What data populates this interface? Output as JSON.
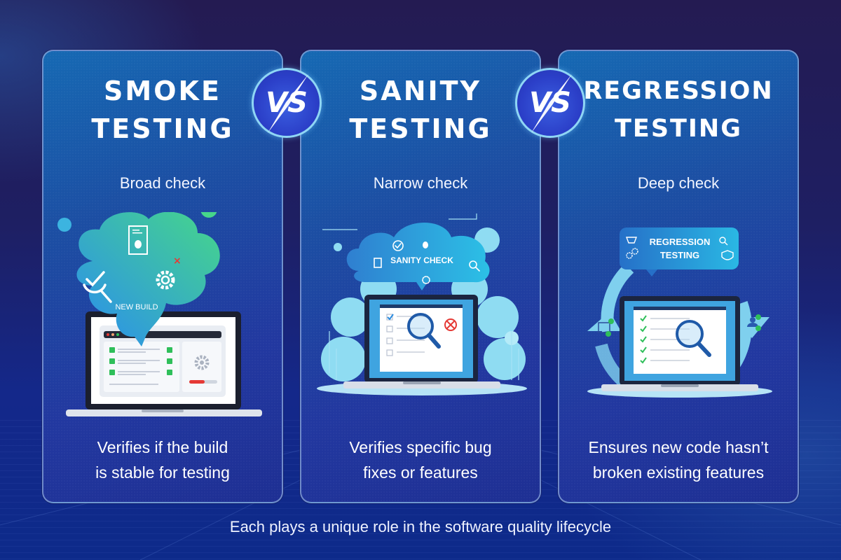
{
  "cards": [
    {
      "title_line1": "SMOKE",
      "title_line2": "TESTING",
      "subtitle": "Broad check",
      "illustration": {
        "label": "NEW BUILD",
        "icons": [
          "check-search-icon",
          "bug-report-document-icon",
          "gear-icon",
          "close-x-icon"
        ]
      },
      "desc_line1": "Verifies if the build",
      "desc_line2": "is stable for testing"
    },
    {
      "title_line1": "SANITY",
      "title_line2": "TESTING",
      "subtitle": "Narrow check",
      "illustration": {
        "label": "SANITY CHECK",
        "icons": [
          "check-circle-icon",
          "bug-icon",
          "document-icon",
          "gear-bug-icon",
          "search-icon",
          "bug-blocked-icon"
        ]
      },
      "desc_line1": "Verifies specific bug",
      "desc_line2": "fixes or features"
    },
    {
      "title_line1": "REGRESSION",
      "title_line2": "TESTING",
      "subtitle": "Deep check",
      "illustration": {
        "label_line1": "REGRESSION",
        "label_line2": "TESTING",
        "icons": [
          "cart-icon",
          "gears-icon",
          "search-icon",
          "shield-icon",
          "calendar-icon",
          "user-icon"
        ]
      },
      "desc_line1": "Ensures new code hasn’t",
      "desc_line2": "broken existing features"
    }
  ],
  "vs_badges": [
    "VS",
    "VS"
  ],
  "footer": "Each plays a unique role in the software quality lifecycle",
  "colors": {
    "background": "#1e1f63",
    "card": "#1c4ea3",
    "card_border": "#8caadc",
    "vs_ring": "#8fd6f5",
    "check_green": "#2fbf5a",
    "error_red": "#e53935",
    "cloud_cyan": "#3cc8e6"
  }
}
